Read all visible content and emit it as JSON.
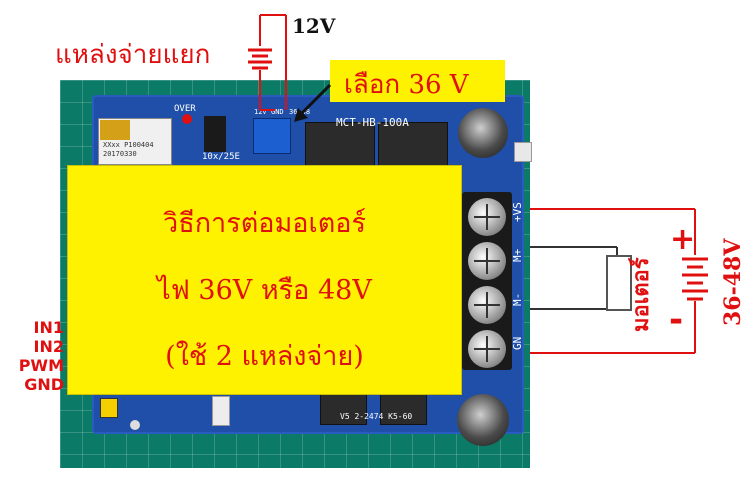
{
  "labels": {
    "separate_supply": "แหล่งจ่ายแยก",
    "supply_voltage": "12V",
    "select_voltage": "เลือก 36 V",
    "board_model": "MCT-HB-100A",
    "motor": "มอเตอร์",
    "motor_supply_voltage": "36-48V",
    "plus_sign": "+",
    "minus_sign": "-"
  },
  "title_box": {
    "line1": "วิธีการต่อมอเตอร์",
    "line2": "ไฟ 36V หรือ 48V",
    "line3": "(ใช้ 2 แหล่งจ่าย)"
  },
  "pins": [
    "IN1",
    "IN2",
    "PWM",
    "GND"
  ],
  "terminals": [
    "+VS",
    "M+",
    "M-",
    "GN"
  ],
  "header_pins": [
    "12V",
    "GND",
    "36-48"
  ],
  "silkscreen": {
    "over": "OVER",
    "chip_top": "XXxx P100404",
    "chip_bottom": "20170330",
    "resistor": "10x/25E",
    "bottom_code": "V5 2-2474 K5-60"
  },
  "colors": {
    "accent": "#e01010",
    "highlight": "#fff200",
    "pcb": "#1f4fa8",
    "mat": "#0b7a67"
  }
}
